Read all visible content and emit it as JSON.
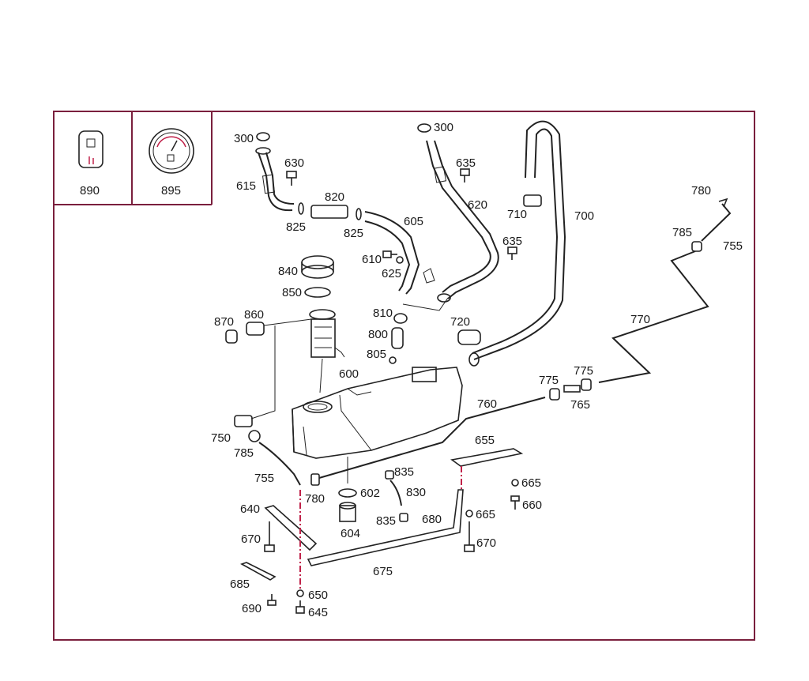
{
  "diagram": {
    "accent": "#7a1f3d",
    "reference_line_color": "#c0224a",
    "inset_parts": [
      {
        "number": "890",
        "icon": "fuel-level-sensor-icon"
      },
      {
        "number": "895",
        "icon": "fuel-gauge-icon"
      }
    ],
    "callouts": [
      {
        "id": "c300a",
        "text": "300"
      },
      {
        "id": "c630",
        "text": "630"
      },
      {
        "id": "c615",
        "text": "615"
      },
      {
        "id": "c820",
        "text": "820"
      },
      {
        "id": "c825a",
        "text": "825"
      },
      {
        "id": "c825b",
        "text": "825"
      },
      {
        "id": "c605",
        "text": "605"
      },
      {
        "id": "c300b",
        "text": "300"
      },
      {
        "id": "c635a",
        "text": "635"
      },
      {
        "id": "c620",
        "text": "620"
      },
      {
        "id": "c635b",
        "text": "635"
      },
      {
        "id": "c610",
        "text": "610"
      },
      {
        "id": "c625",
        "text": "625"
      },
      {
        "id": "c840",
        "text": "840"
      },
      {
        "id": "c850",
        "text": "850"
      },
      {
        "id": "c870",
        "text": "870"
      },
      {
        "id": "c860",
        "text": "860"
      },
      {
        "id": "c810",
        "text": "810"
      },
      {
        "id": "c800",
        "text": "800"
      },
      {
        "id": "c805",
        "text": "805"
      },
      {
        "id": "c720",
        "text": "720"
      },
      {
        "id": "c710",
        "text": "710"
      },
      {
        "id": "c700",
        "text": "700"
      },
      {
        "id": "c780a",
        "text": "780"
      },
      {
        "id": "c785a",
        "text": "785"
      },
      {
        "id": "c755a",
        "text": "755"
      },
      {
        "id": "c770",
        "text": "770"
      },
      {
        "id": "c600",
        "text": "600"
      },
      {
        "id": "c775a",
        "text": "775"
      },
      {
        "id": "c775b",
        "text": "775"
      },
      {
        "id": "c765",
        "text": "765"
      },
      {
        "id": "c760",
        "text": "760"
      },
      {
        "id": "c750",
        "text": "750"
      },
      {
        "id": "c785b",
        "text": "785"
      },
      {
        "id": "c755b",
        "text": "755"
      },
      {
        "id": "c780b",
        "text": "780"
      },
      {
        "id": "c602",
        "text": "602"
      },
      {
        "id": "c835a",
        "text": "835"
      },
      {
        "id": "c830",
        "text": "830"
      },
      {
        "id": "c835b",
        "text": "835"
      },
      {
        "id": "c604",
        "text": "604"
      },
      {
        "id": "c655",
        "text": "655"
      },
      {
        "id": "c665a",
        "text": "665"
      },
      {
        "id": "c660",
        "text": "660"
      },
      {
        "id": "c665b",
        "text": "665"
      },
      {
        "id": "c680",
        "text": "680"
      },
      {
        "id": "c670a",
        "text": "670"
      },
      {
        "id": "c640",
        "text": "640"
      },
      {
        "id": "c670b",
        "text": "670"
      },
      {
        "id": "c675",
        "text": "675"
      },
      {
        "id": "c685",
        "text": "685"
      },
      {
        "id": "c650",
        "text": "650"
      },
      {
        "id": "c690",
        "text": "690"
      },
      {
        "id": "c645",
        "text": "645"
      }
    ]
  }
}
